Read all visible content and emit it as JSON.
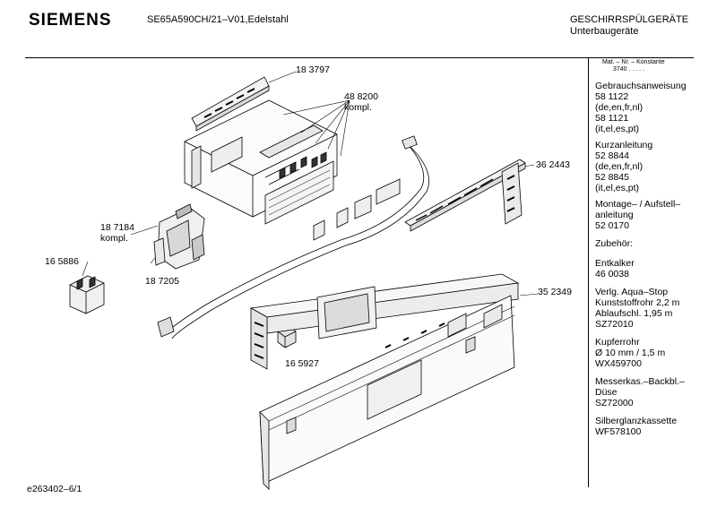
{
  "header": {
    "brand": "SIEMENS",
    "model": "SE65A590CH/21–V01,Edelstahl",
    "category_line1": "GESCHIRRSPÜLGERÄTE",
    "category_line2": "Unterbaugeräte"
  },
  "sidebar": {
    "mat_header": "Mat. – Nr. – Konstante",
    "mat_value": "3740  .  .  .  .  .",
    "sections": [
      "Gebrauchsanweisung\n58 1122\n(de,en,fr,nl)\n58 1121\n(it,el,es,pt)",
      "Kurzanleitung\n52 8844\n(de,en,fr,nl)\n52 8845\n(it,el,es,pt)",
      "Montage– / Aufstell–\nanleitung\n52 0170",
      "Zubehör:",
      "Entkalker\n46 0038",
      "Verlg. Aqua–Stop\nKunststoffrohr 2,2 m\nAblaufschl. 1,95 m\nSZ72010",
      "Kupferrohr\nØ 10 mm / 1,5 m\nWX459700",
      "Messerkas.–Backbl.–\nDüse\nSZ72000",
      "Silberglanzkassette\nWF578100"
    ]
  },
  "parts": {
    "p183797": "18 3797",
    "p488200": "48 8200",
    "p488200_kompl": "kompl.",
    "p362443": "36 2443",
    "p187184": "18 7184",
    "p187184_kompl": "kompl.",
    "p165886": "16 5886",
    "p187205": "18 7205",
    "p352349": "35 2349",
    "p165927": "16 5927"
  },
  "footer": {
    "drawing_id": "e263402–6/1"
  }
}
